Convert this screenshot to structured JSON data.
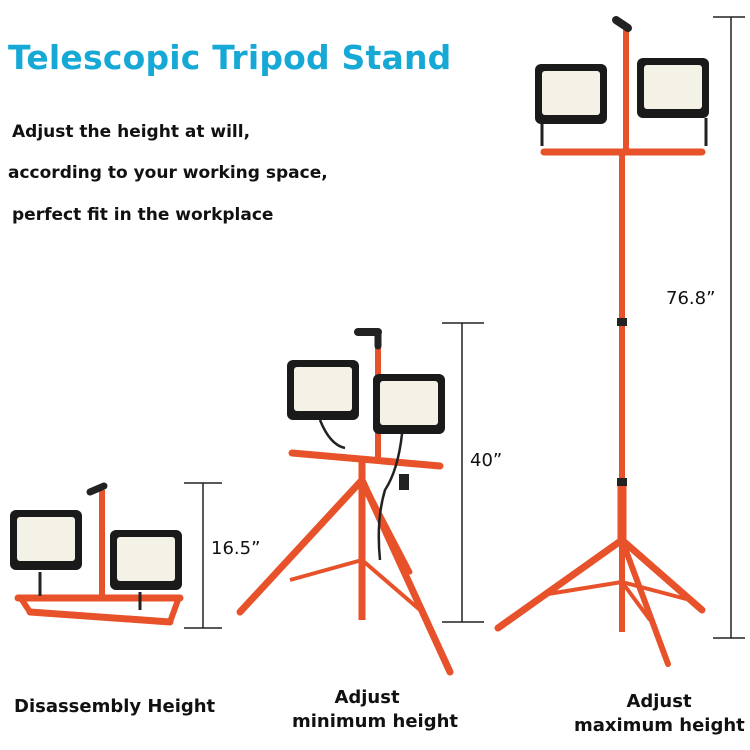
{
  "title": "Telescopic Tripod Stand",
  "description": [
    "Adjust the height at will,",
    "according to your working space,",
    "perfect fit in the workplace"
  ],
  "measurements": {
    "disassembly": "16.5”",
    "minimum": "40”",
    "maximum": "76.8”"
  },
  "captions": {
    "disassembly": "Disassembly Height",
    "minimum_line1": "Adjust",
    "minimum_line2": "minimum height",
    "maximum_line1": "Adjust",
    "maximum_line2": "maximum height"
  },
  "colors": {
    "title": "#17a9d6",
    "stand": "#e8522a",
    "light_body": "#1a1a1a",
    "light_panel": "#f4f2e6"
  }
}
